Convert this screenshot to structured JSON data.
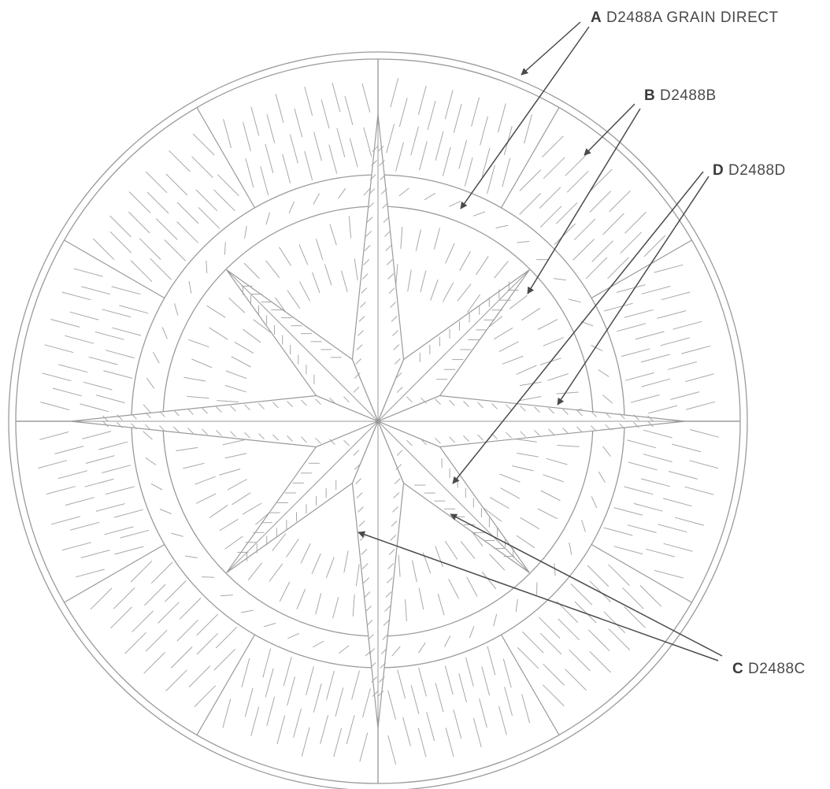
{
  "labels": {
    "a": {
      "letter": "A",
      "code": "D2488A",
      "note": "GRAIN DIRECT"
    },
    "b": {
      "letter": "B",
      "code": "D2488B"
    },
    "c": {
      "letter": "C",
      "code": "D2488C"
    },
    "d": {
      "letter": "D",
      "code": "D2488D"
    }
  },
  "colors": {
    "line": "#9a9a9a",
    "arrow": "#4a4a4a",
    "grain": "#a8a8a8"
  }
}
